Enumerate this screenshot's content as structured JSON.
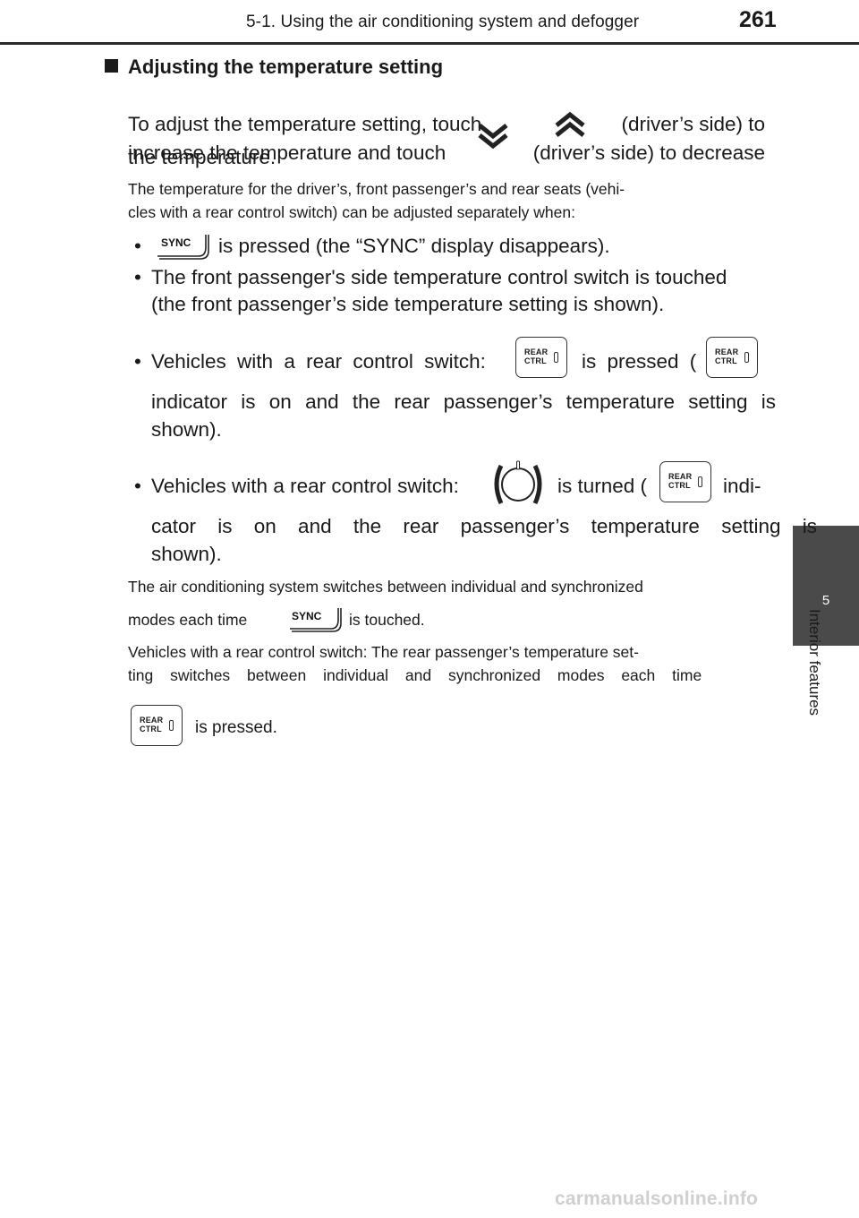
{
  "header": {
    "section": "5-1. Using the air conditioning system and defogger",
    "page_number": "261"
  },
  "side_tab": {
    "chapter_number": "5",
    "chapter_title": "Interior features"
  },
  "heading": "Adjusting the temperature setting",
  "intro": {
    "l1_a": "To adjust the temperature setting, touch",
    "l1_b": "(driver’s side) to",
    "l2_a": "increase the temperature and touch",
    "l2_b": "(driver’s side) to decrease",
    "l3": "the temperature."
  },
  "note1": {
    "l1": "The temperature for the driver’s, front passenger’s and rear seats (vehi-",
    "l2": "cles with a rear control switch) can be adjusted separately when:"
  },
  "bullets": {
    "b1_text": "is pressed (the “SYNC” display disappears).",
    "b2_l1": "The front passenger's side temperature control switch is touched",
    "b2_l2": "(the front passenger’s side temperature setting is shown).",
    "b3_a": "Vehicles with a rear control switch:",
    "b3_b": "is pressed (",
    "b3_l2": "indicator is on and the rear passenger’s temperature setting is",
    "b3_l3": "shown).",
    "b4_a": "Vehicles with a rear control switch:",
    "b4_b": "is turned (",
    "b4_c": "indi-",
    "b4_l2": "cator is on and the rear passenger’s temperature setting is",
    "b4_l3": "shown)."
  },
  "note2": {
    "l1": "The air conditioning system switches between individual and synchronized",
    "l2_a": "modes each time",
    "l2_b": "is touched."
  },
  "note3": {
    "l1": "Vehicles with a rear control switch: The rear passenger’s temperature set-",
    "l2": "ting switches between individual and synchronized modes each time",
    "l3": "is pressed."
  },
  "buttons": {
    "sync_label": "SYNC",
    "rear_label_1": "REAR",
    "rear_label_2": "CTRL"
  },
  "icons": {
    "up": "double-chevron-up-icon",
    "down": "double-chevron-down-icon",
    "sync": "sync-button-icon",
    "rear": "rear-ctrl-button-icon",
    "dial": "rotary-dial-icon"
  },
  "watermark": "carmanualsonline.info"
}
